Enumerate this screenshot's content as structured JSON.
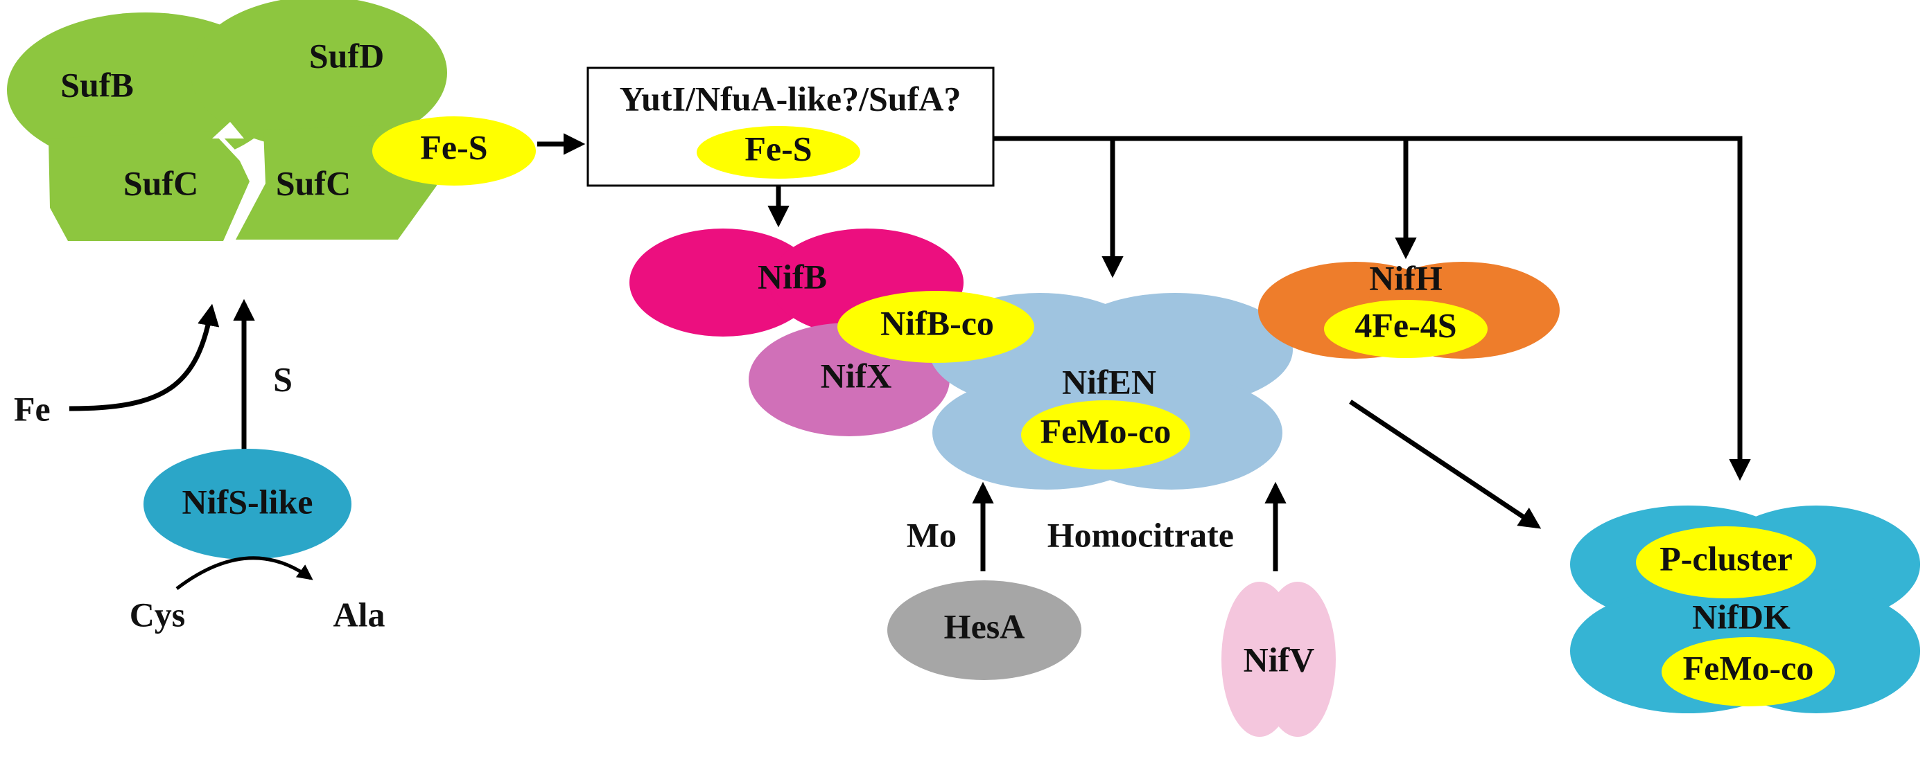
{
  "colors": {
    "suf": "#8dc63f",
    "yellow": "#ffff00",
    "nifB": "#ec0f7f",
    "nifX": "#d070b8",
    "nifEN": "#9fc4e0",
    "nifH": "#ee7d2b",
    "nifS": "#2ba6c8",
    "hesA": "#a6a6a6",
    "nifV": "#f4c6dd",
    "nifDK": "#35b4d4"
  },
  "suf": {
    "sufB": "SufB",
    "sufD": "SufD",
    "sufC_left": "SufC",
    "sufC_right": "SufC",
    "fes": "Fe-S"
  },
  "carrier": {
    "title": "YutI/NfuA-like?/SufA?",
    "fes": "Fe-S"
  },
  "nifB": {
    "label": "NifB",
    "cofactor": "NifB-co"
  },
  "nifX": {
    "label": "NifX"
  },
  "nifEN": {
    "label": "NifEN",
    "cofactor": "FeMo-co"
  },
  "nifH": {
    "label": "NifH",
    "cluster": "4Fe-4S"
  },
  "nifDK": {
    "label": "NifDK",
    "cluster_top": "P-cluster",
    "cluster_bottom": "FeMo-co"
  },
  "nifS": {
    "label": "NifS-like",
    "substrate": "Cys",
    "product": "Ala"
  },
  "inputs": {
    "fe": "Fe",
    "s": "S",
    "mo": "Mo",
    "homocitrate": "Homocitrate"
  },
  "hesA": {
    "label": "HesA"
  },
  "nifV": {
    "label": "NifV"
  }
}
